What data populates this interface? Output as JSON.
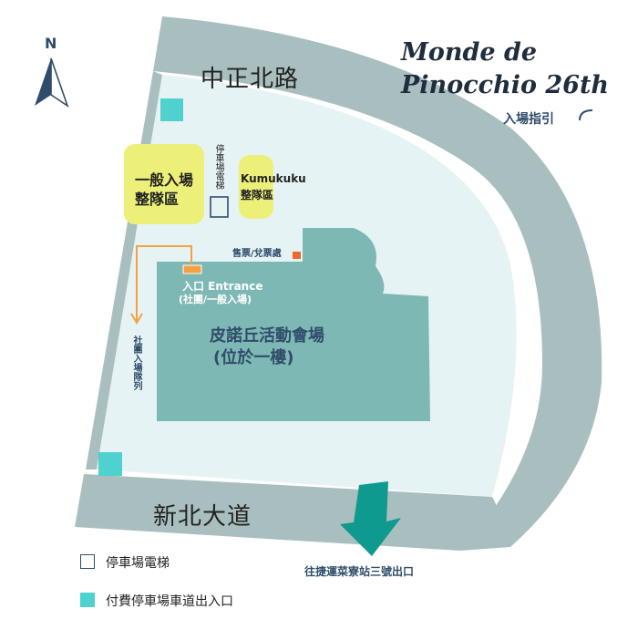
{
  "title_line1": "Monde de",
  "title_line2": "Pinocchio  26th",
  "subtitle": "入場指引",
  "compass_label": "N",
  "roads": {
    "north": "中正北路",
    "south": "新北大道"
  },
  "zones": {
    "general_queue_line1": "一般入場",
    "general_queue_line2": "整隊區",
    "kumukuku_line1": "Kumukuku",
    "kumukuku_line2": "整隊區",
    "parking_elevator_vertical": "停車場電梯",
    "ticket_booth": "售票/兌票處",
    "entrance_line1": "入口 Entrance",
    "entrance_line2": "(社團/一般入場)",
    "venue_line1": "皮諾丘活動會場",
    "venue_line2": "(位於一樓)",
    "club_queue_vertical": "社團入場隊列",
    "mrt_exit": "往捷運菜寮站三號出口"
  },
  "legend": [
    {
      "label": "停車場電梯",
      "swatch": "outline"
    },
    {
      "label": "付費停車場車道出入口",
      "swatch": "filled"
    }
  ],
  "colors": {
    "road": "#a9bfbf",
    "ground": "#e6f3f4",
    "venue": "#7eb8b4",
    "queue": "#ecf079",
    "parking_gate": "#4fd1cf",
    "arrow_mrt": "#0f9a8f",
    "queue_arrow": "#f5a044",
    "entrance_mark": "#f5a044",
    "ticket_mark": "#ee6a2c",
    "elevator_outline": "#2f4d6a"
  }
}
